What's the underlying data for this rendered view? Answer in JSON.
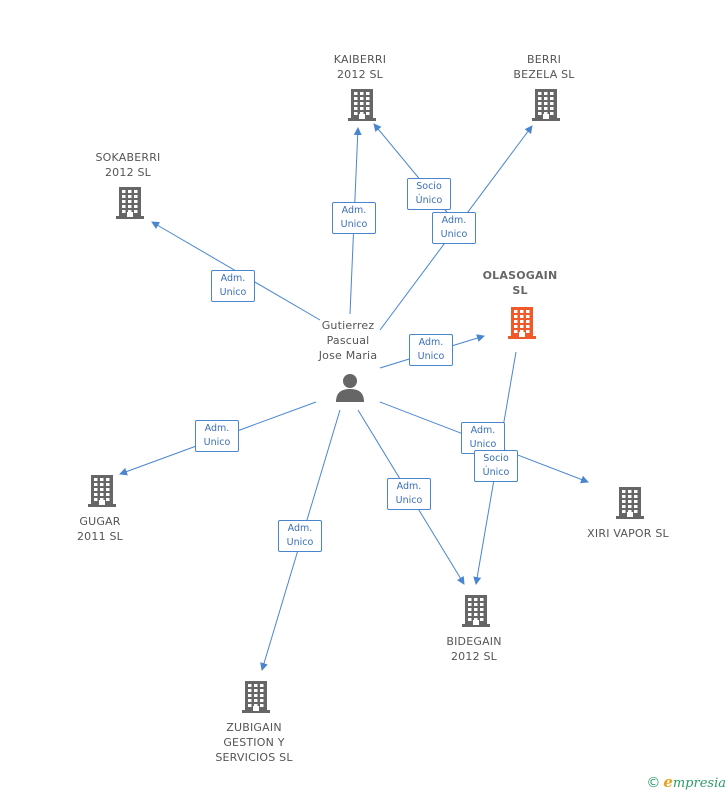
{
  "colors": {
    "edge": "#4a86d0",
    "building": "#666666",
    "focus_building": "#f05a2a",
    "person": "#666666"
  },
  "center": {
    "lines": [
      "Gutierrez",
      "Pascual",
      "Jose Maria"
    ]
  },
  "nodes": [
    {
      "id": "kaiberri",
      "lines": [
        "KAIBERRI",
        "2012 SL"
      ],
      "focus": false
    },
    {
      "id": "berri",
      "lines": [
        "BERRI",
        "BEZELA SL"
      ],
      "focus": false
    },
    {
      "id": "sokaberri",
      "lines": [
        "SOKABERRI",
        "2012 SL"
      ],
      "focus": false
    },
    {
      "id": "olasogain",
      "lines": [
        "OLASOGAIN",
        "SL"
      ],
      "focus": true
    },
    {
      "id": "gugar",
      "lines": [
        "GUGAR",
        "2011 SL"
      ],
      "focus": false
    },
    {
      "id": "xiri",
      "lines": [
        "XIRI VAPOR SL"
      ],
      "focus": false
    },
    {
      "id": "bidegain",
      "lines": [
        "BIDEGAIN",
        "2012 SL"
      ],
      "focus": false
    },
    {
      "id": "zubigain",
      "lines": [
        "ZUBIGAIN",
        "GESTION Y",
        "SERVICIOS SL"
      ],
      "focus": false
    }
  ],
  "edge_labels": [
    {
      "id": "e-kaiberri",
      "lines": [
        "Adm.",
        "Unico"
      ]
    },
    {
      "id": "e-olas-kaiberri",
      "lines": [
        "Socio",
        "Único"
      ]
    },
    {
      "id": "e-berri",
      "lines": [
        "Adm.",
        "Unico"
      ]
    },
    {
      "id": "e-sokaberri",
      "lines": [
        "Adm.",
        "Unico"
      ]
    },
    {
      "id": "e-olasogain",
      "lines": [
        "Adm.",
        "Unico"
      ]
    },
    {
      "id": "e-gugar",
      "lines": [
        "Adm.",
        "Unico"
      ]
    },
    {
      "id": "e-xiri",
      "lines": [
        "Adm.",
        "Unico"
      ]
    },
    {
      "id": "e-olas-bidegain",
      "lines": [
        "Socio",
        "Único"
      ]
    },
    {
      "id": "e-bidegain",
      "lines": [
        "Adm.",
        "Unico"
      ]
    },
    {
      "id": "e-zubigain",
      "lines": [
        "Adm.",
        "Unico"
      ]
    }
  ],
  "footer": {
    "copyright": "©",
    "brand_initial": "e",
    "brand_rest": "mpresia"
  }
}
